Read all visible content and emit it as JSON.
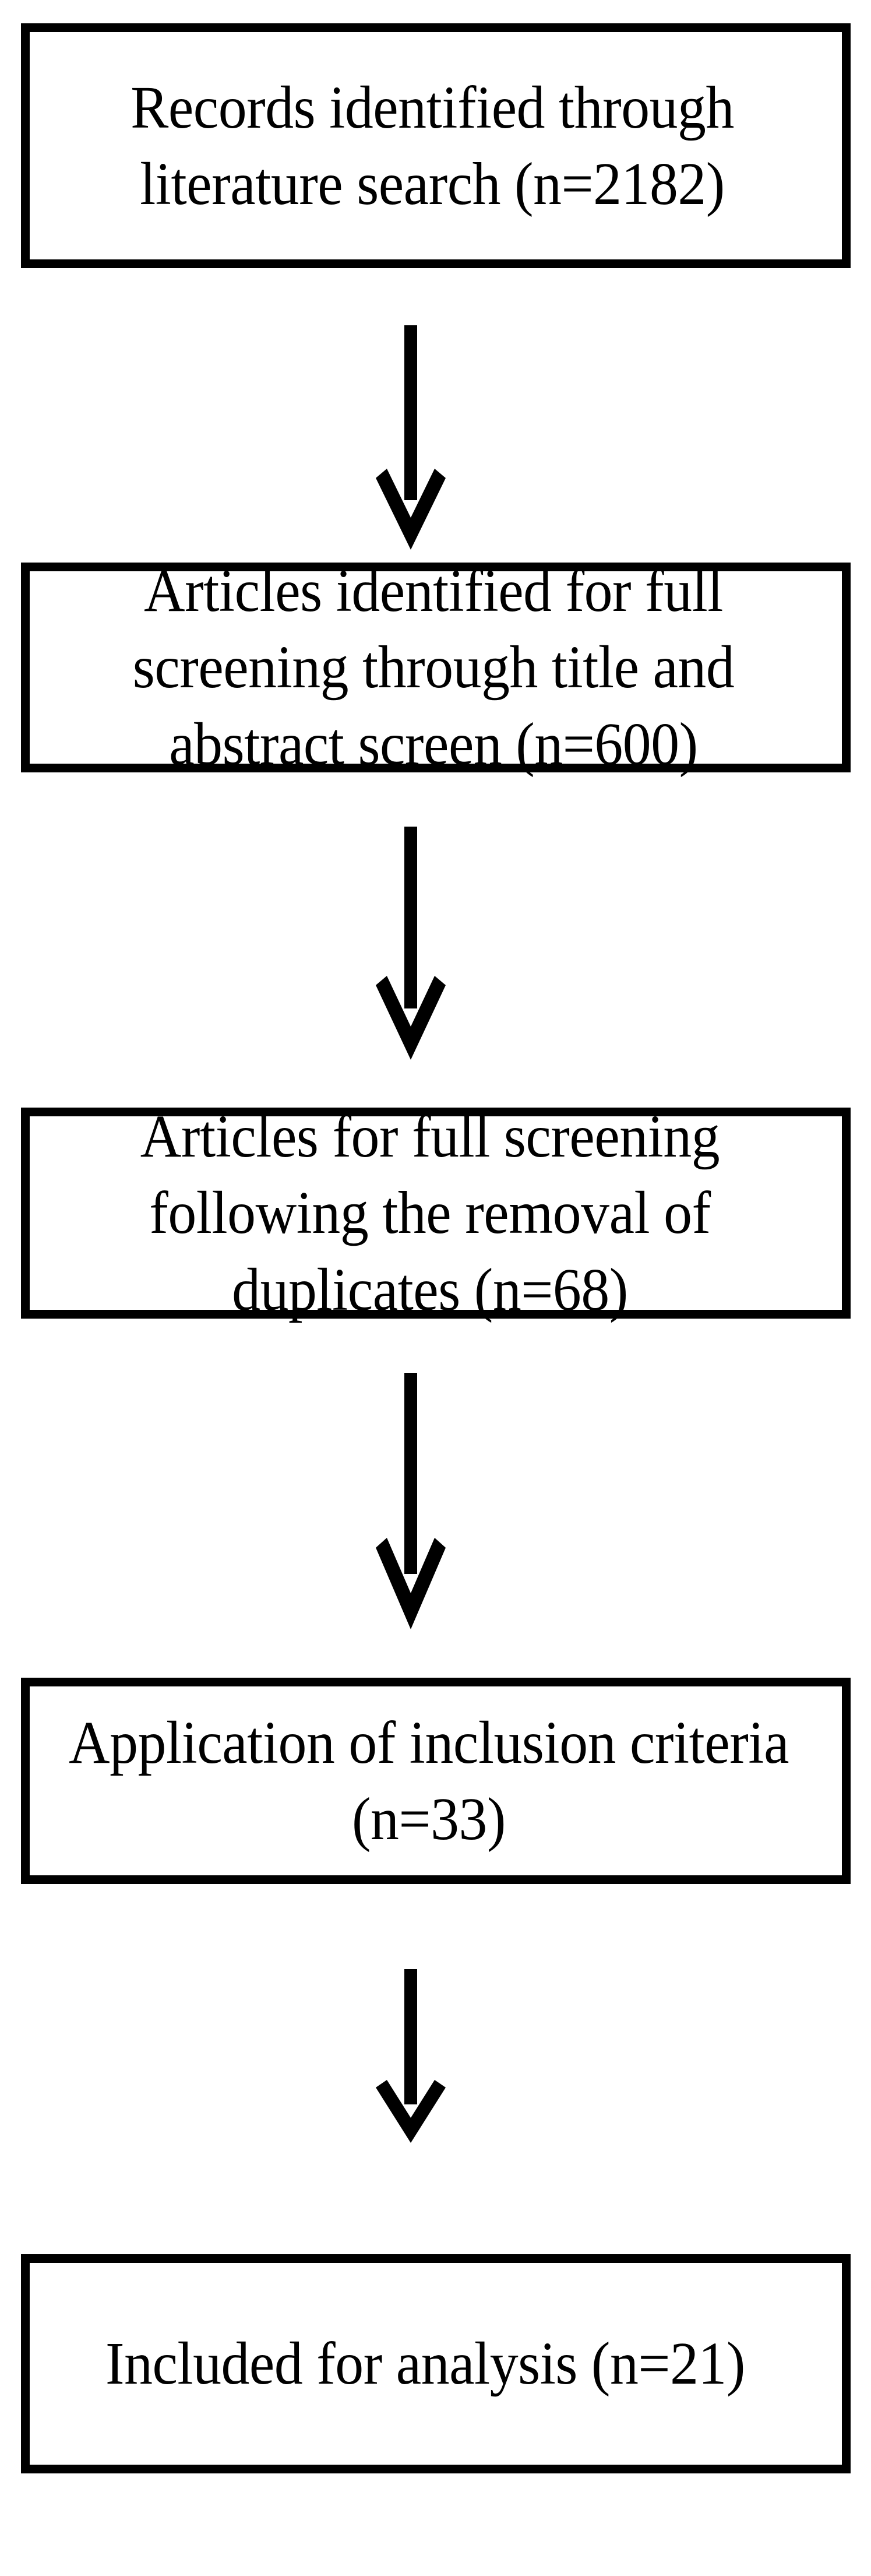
{
  "diagram": {
    "type": "prisma-flow-diagram",
    "title": "Study selection flow diagram",
    "orientation": "vertical",
    "colors": {
      "background": "#ffffff",
      "box_fill": "#ffffff",
      "box_border": "#000000",
      "text": "#000000",
      "arrow": "#000000"
    },
    "nodes": [
      {
        "id": "records-identified",
        "stage": "identification",
        "text": "Records identified through literature search (n=2182)",
        "lines": [
          "Records identified through",
          "literature search (n=2182)"
        ],
        "count_label": "n=2182",
        "count": 2182
      },
      {
        "id": "articles-title-abstract-screen",
        "stage": "screening",
        "text": "Articles identified for full screening through title and abstract screen (n=600)",
        "lines": [
          "Articles identified for full",
          "screening through title and",
          "abstract screen (n=600)"
        ],
        "count_label": "n=600",
        "count": 600
      },
      {
        "id": "articles-after-duplicates",
        "stage": "screening",
        "text": "Articles for full screening following the removal of duplicates (n=68)",
        "lines": [
          "Articles for full screening",
          "following the removal of",
          "duplicates (n=68)"
        ],
        "count_label": "n=68",
        "count": 68
      },
      {
        "id": "inclusion-criteria",
        "stage": "eligibility",
        "text": "Application of inclusion criteria (n=33)",
        "lines": [
          "Application of inclusion",
          "criteria (n=33)"
        ],
        "count_label": "n=33",
        "count": 33
      },
      {
        "id": "included-for-analysis",
        "stage": "included",
        "text": "Included for analysis (n=21)",
        "lines": [
          "Included for analysis",
          "(n=21)"
        ],
        "count_label": "n=21",
        "count": 21
      }
    ],
    "connectors": [
      {
        "id": "arrow-1",
        "icon": "arrow-down-icon",
        "from": "records-identified",
        "to": "articles-title-abstract-screen"
      },
      {
        "id": "arrow-2",
        "icon": "arrow-down-icon",
        "from": "articles-title-abstract-screen",
        "to": "articles-after-duplicates"
      },
      {
        "id": "arrow-3",
        "icon": "arrow-down-icon",
        "from": "articles-after-duplicates",
        "to": "inclusion-criteria"
      },
      {
        "id": "arrow-4",
        "icon": "arrow-down-icon",
        "from": "inclusion-criteria",
        "to": "included-for-analysis"
      }
    ]
  }
}
